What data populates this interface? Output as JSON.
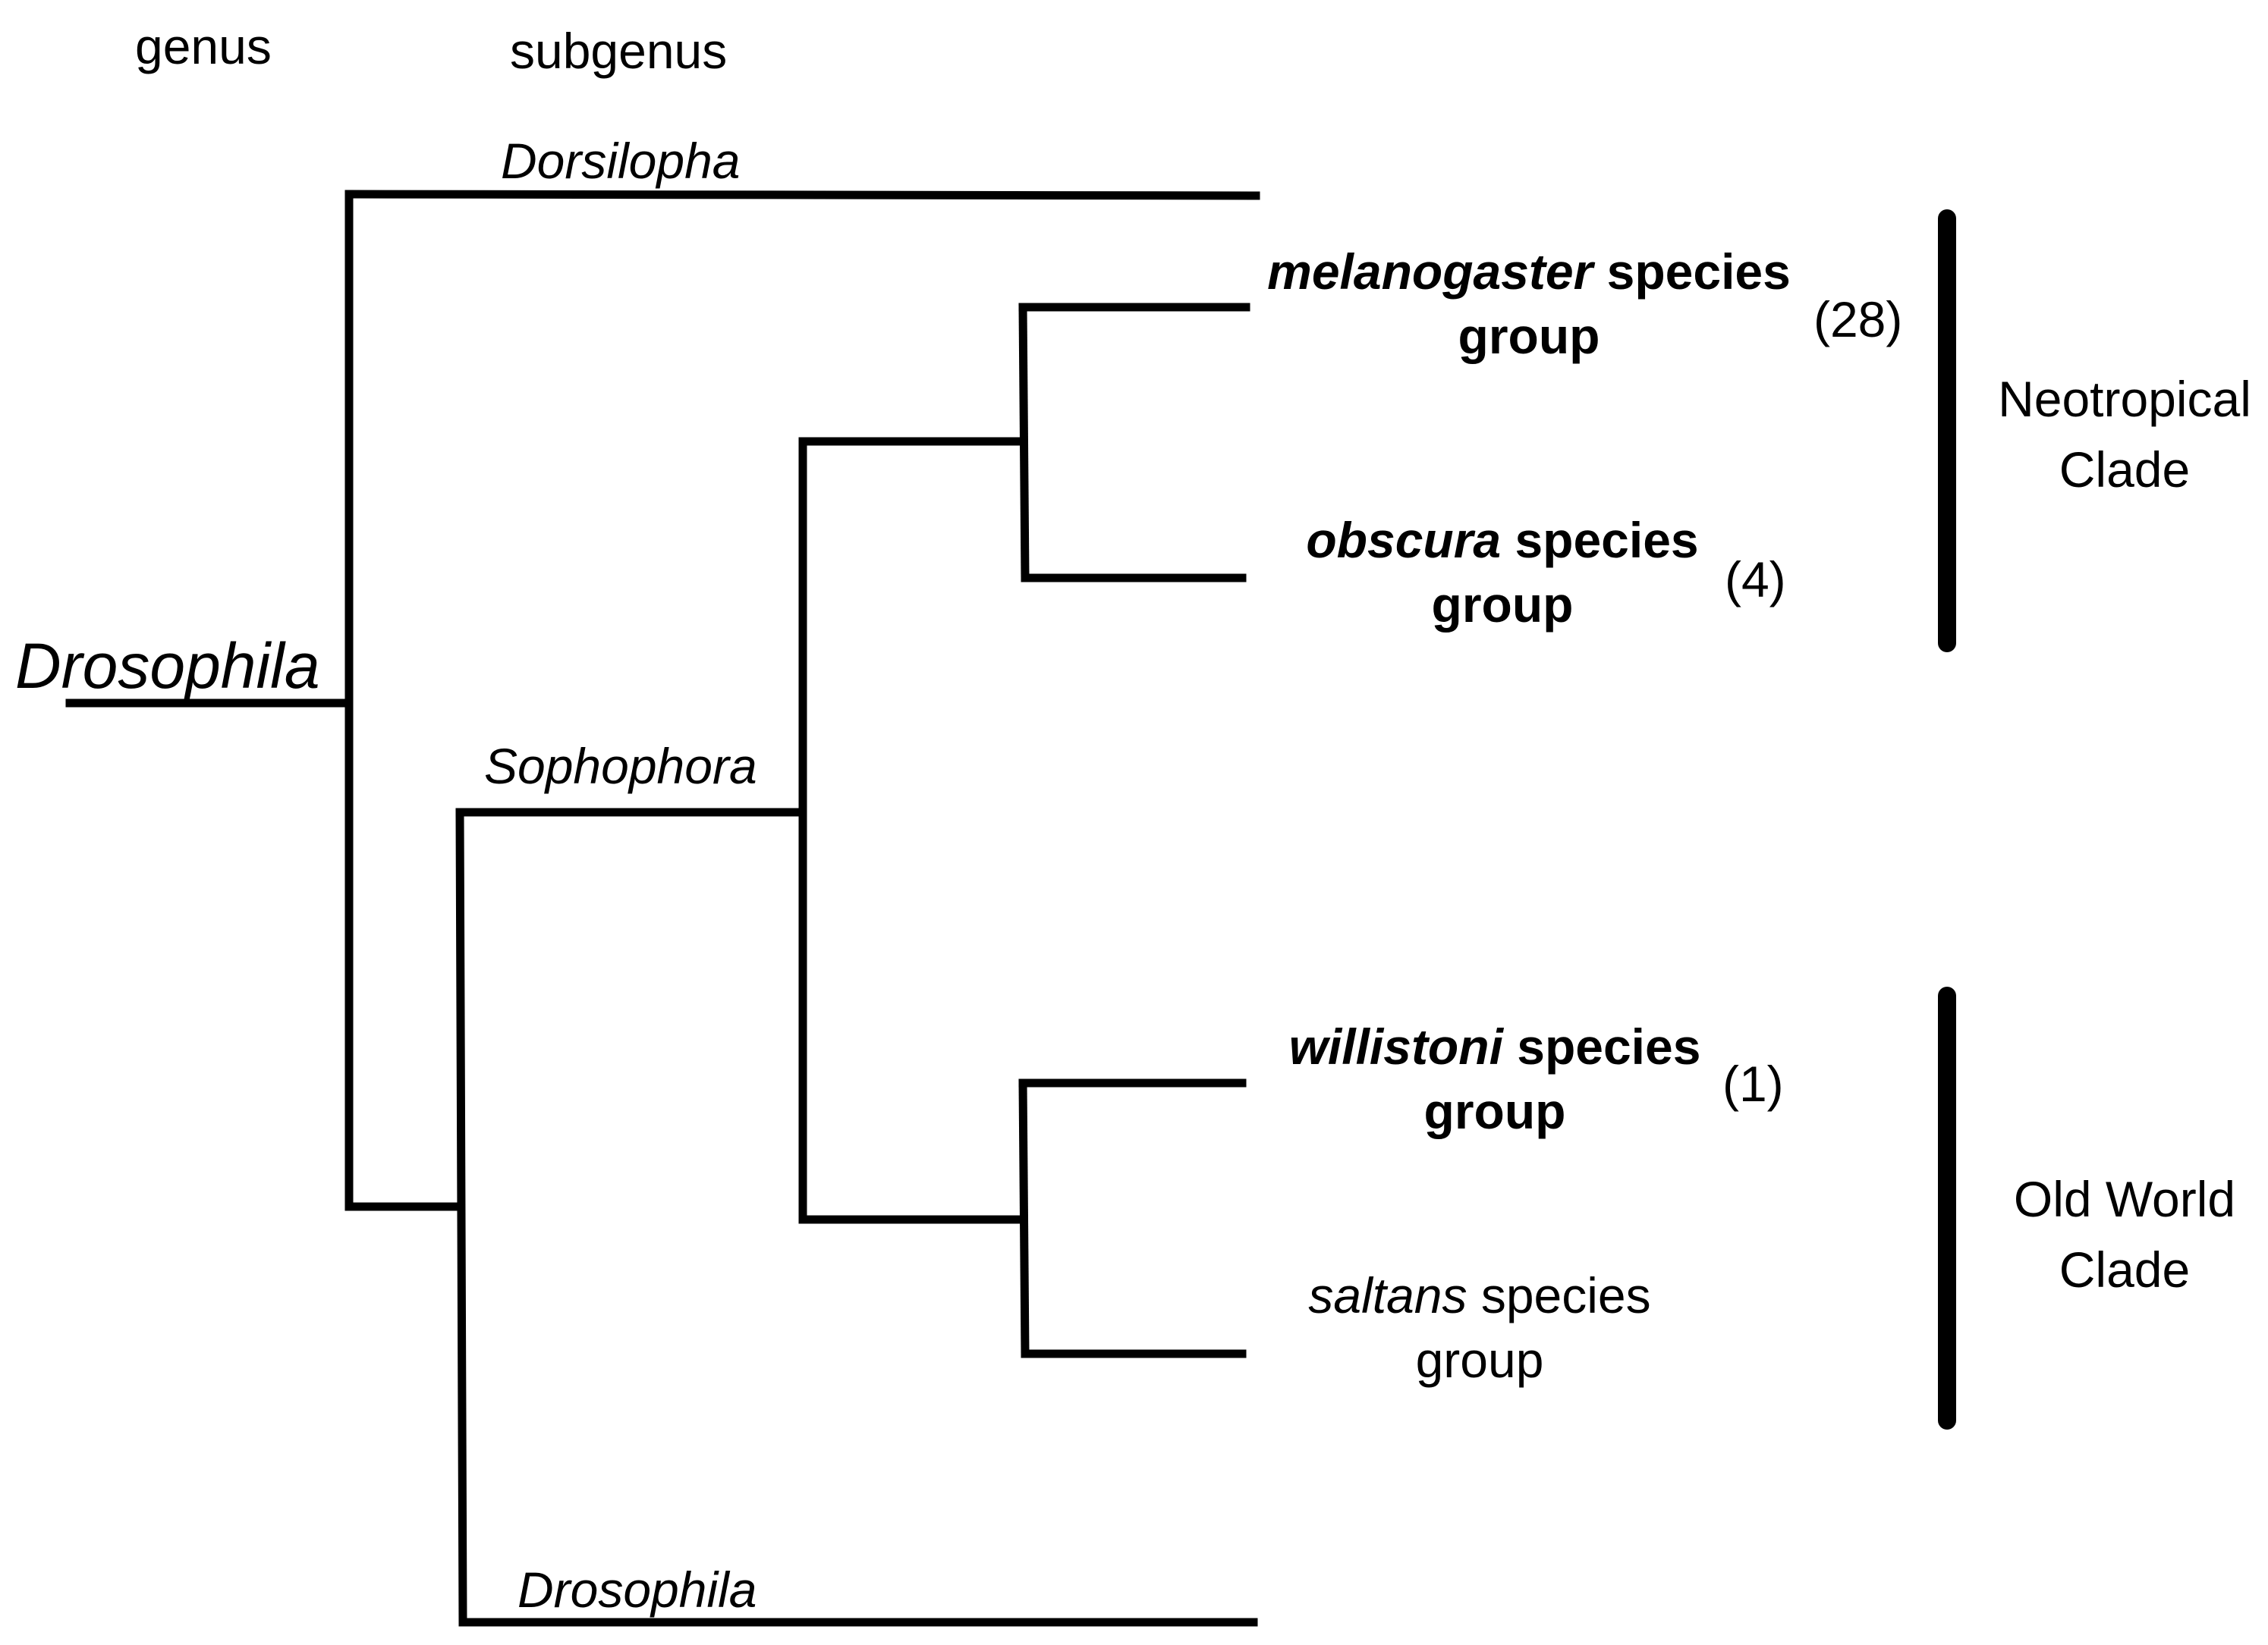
{
  "headers": {
    "genus": "genus",
    "subgenus": "subgenus"
  },
  "tree": {
    "root_label": "Drosophila",
    "subgenera": {
      "dorsilopha": "Dorsilopha",
      "sophophora": "Sophophora",
      "drosophila": "Drosophila"
    },
    "species_groups": [
      {
        "name": "melanogaster",
        "suffix": " species",
        "line2": "group",
        "count": "(28)"
      },
      {
        "name": "obscura",
        "suffix": " species",
        "line2": "group",
        "count": "(4)"
      },
      {
        "name": "willistoni",
        "suffix": " species",
        "line2": "group",
        "count": "(1)"
      },
      {
        "name": "saltans",
        "suffix": " species",
        "line2": "group"
      }
    ]
  },
  "clades": [
    {
      "line1": "Neotropical",
      "line2": "Clade"
    },
    {
      "line1": "Old World",
      "line2": "Clade"
    }
  ],
  "colors": {
    "line": "#000000",
    "background": "#ffffff"
  }
}
